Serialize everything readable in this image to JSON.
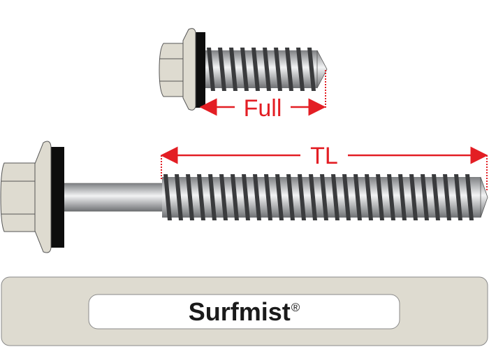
{
  "dimensions": {
    "short_label": "Full",
    "long_label": "TL"
  },
  "color_name": "Surfmist",
  "trademark": "®",
  "colors": {
    "head": "#dedbd0",
    "washer": "#0d0d0d",
    "dimension": "#e31e24",
    "steel": "#b8babd"
  }
}
